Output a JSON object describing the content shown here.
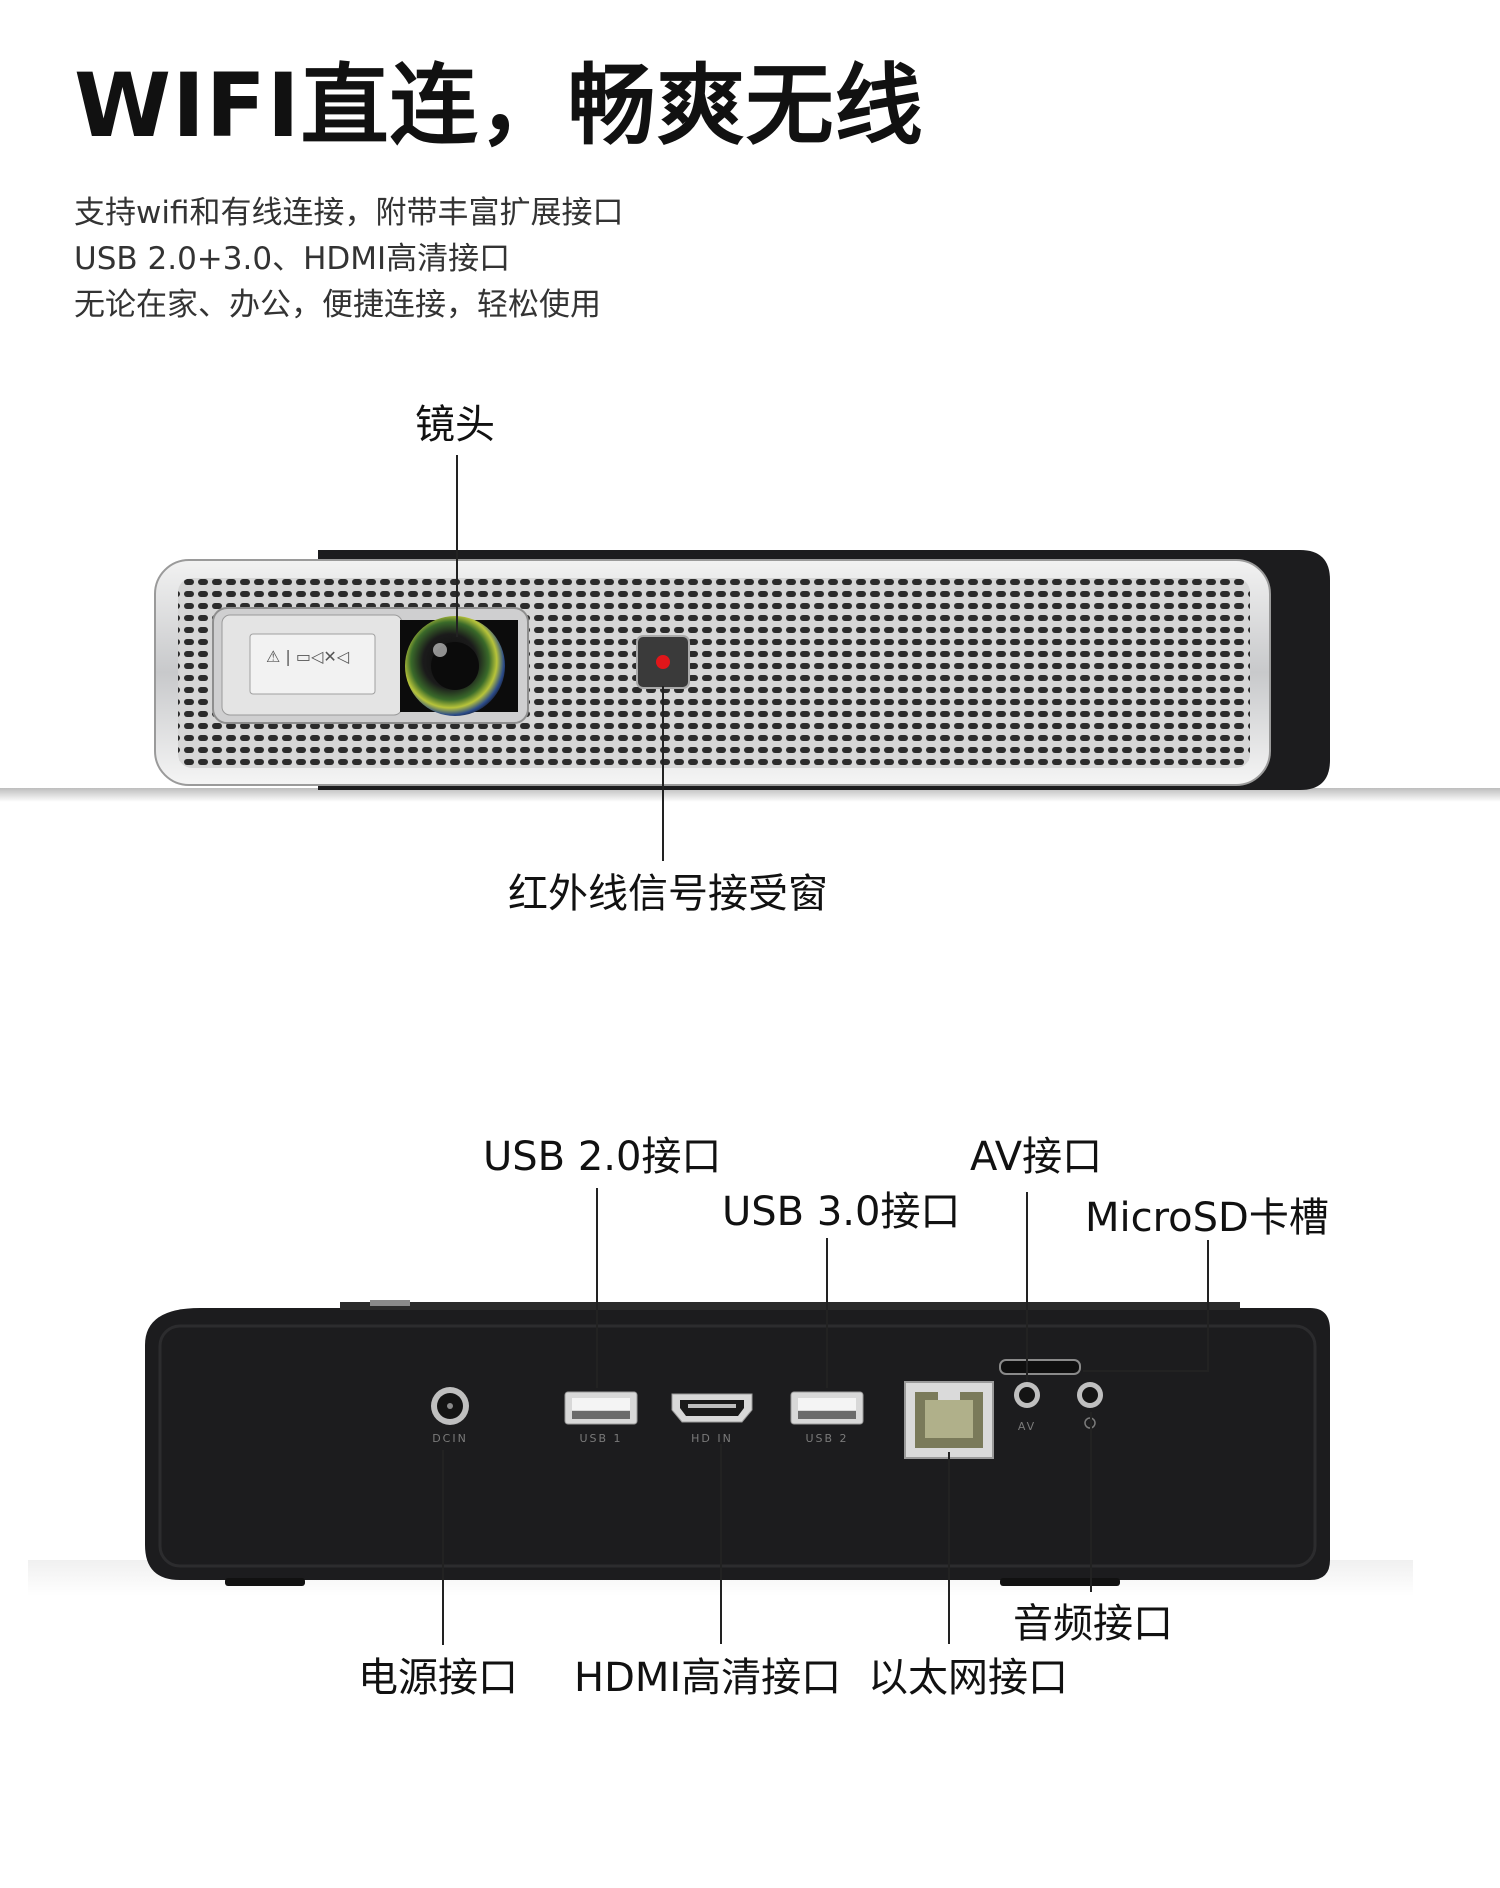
{
  "headline": "WIFI直连，畅爽无线",
  "subtitle_lines": [
    "支持wifi和有线连接，附带丰富扩展接口",
    "USB 2.0+3.0、HDMI高清接口",
    "无论在家、办公，便捷连接，轻松使用"
  ],
  "front_callouts": {
    "lens": "镜头",
    "ir_window": "红外线信号接受窗"
  },
  "back_callouts": {
    "usb2": "USB 2.0接口",
    "usb3": "USB 3.0接口",
    "av": "AV接口",
    "microsd": "MicroSD卡槽",
    "audio": "音频接口",
    "power": "电源接口",
    "hdmi": "HDMI高清接口",
    "ethernet": "以太网接口"
  },
  "port_labels": {
    "dcin": "DCIN",
    "usb1": "USB 1",
    "hdin": "HD IN",
    "usb2": "USB 2",
    "av": "AV"
  },
  "lens_cover_markings": "⚠ | ▭◁✕◁",
  "colors": {
    "device_body": "#1c1c1e",
    "grille_frame": "#d9dadc",
    "ir_red": "#e0161a"
  }
}
